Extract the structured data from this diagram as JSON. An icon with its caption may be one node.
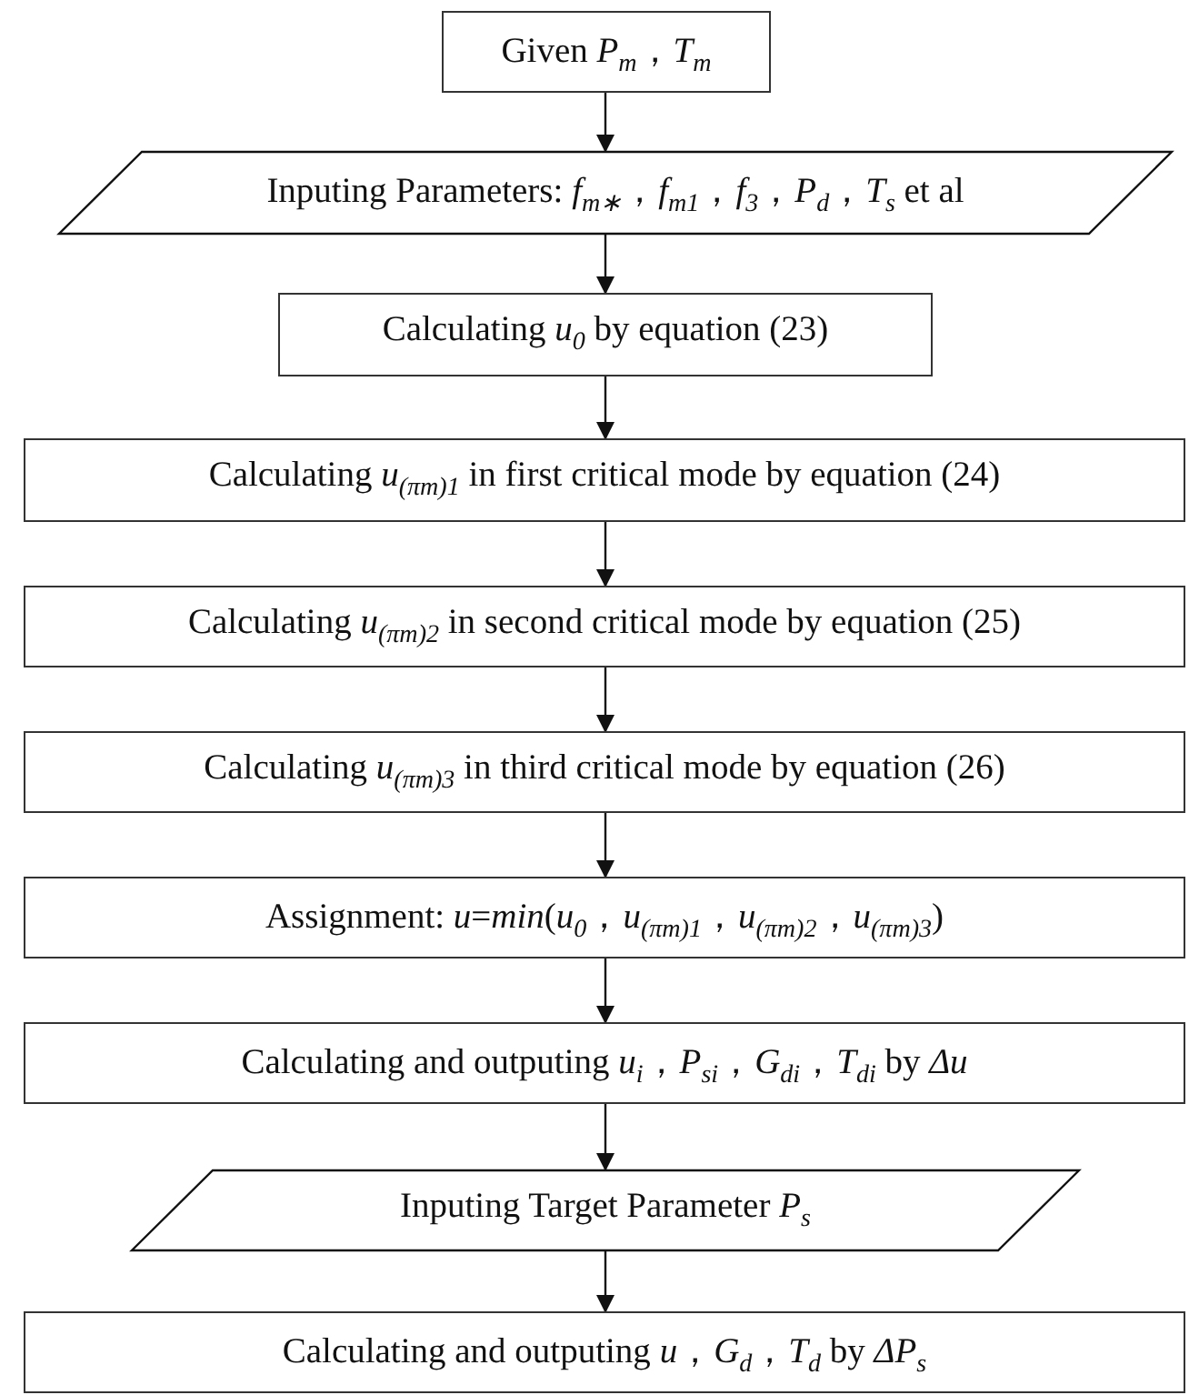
{
  "diagram": {
    "nodes": [
      {
        "text": [
          "Given *P*$_{m}$，*T*$_{m}$"
        ]
      },
      {
        "text": [
          "Inputing Parameters: *f*$_{m∗}$，*f*$_{m1}$，*f*$_{3}$，*P*$_{d}$，*T*$_{s}$ et al"
        ]
      },
      {
        "text": [
          "Calculating *u*$_{0}$ by equation (23)"
        ]
      },
      {
        "text": [
          "Calculating *u*$_{(πm)1}$ in first critical mode by equation (24)"
        ]
      },
      {
        "text": [
          "Calculating *u*$_{(πm)2}$ in second critical mode by equation (25)"
        ]
      },
      {
        "text": [
          "Calculating *u*$_{(πm)3}$ in third critical mode by equation (26)"
        ]
      },
      {
        "text": [
          "Assignment: *u*=*min*(*u*$_{0}$，*u*$_{(πm)1}$，*u*$_{(πm)2}$，*u*$_{(πm)3}$)"
        ]
      },
      {
        "text": [
          "Calculating and outputing *u*$_{i}$，*P*$_{si}$，*G*$_{di}$，*T*$_{di}$ by *Δu*"
        ]
      },
      {
        "text": [
          "Inputing Target Parameter *P*$_{s}$"
        ]
      },
      {
        "text": [
          "Calculating and outputing *u*，*G*$_{d}$，*T*$_{d}$ by *ΔP*$_{s}$"
        ]
      }
    ],
    "edges": [
      {
        "from": 0,
        "to": 1,
        "arrow": "to"
      },
      {
        "from": 1,
        "to": 2,
        "arrow": "to"
      },
      {
        "from": 2,
        "to": 3,
        "arrow": "to"
      },
      {
        "from": 3,
        "to": 4,
        "arrow": "to"
      },
      {
        "from": 4,
        "to": 5,
        "arrow": "to"
      },
      {
        "from": 5,
        "to": 6,
        "arrow": "to"
      },
      {
        "from": 6,
        "to": 7,
        "arrow": "to"
      },
      {
        "from": 7,
        "to": 8,
        "arrow": "to"
      },
      {
        "from": 8,
        "to": 9,
        "arrow": "to"
      }
    ]
  }
}
